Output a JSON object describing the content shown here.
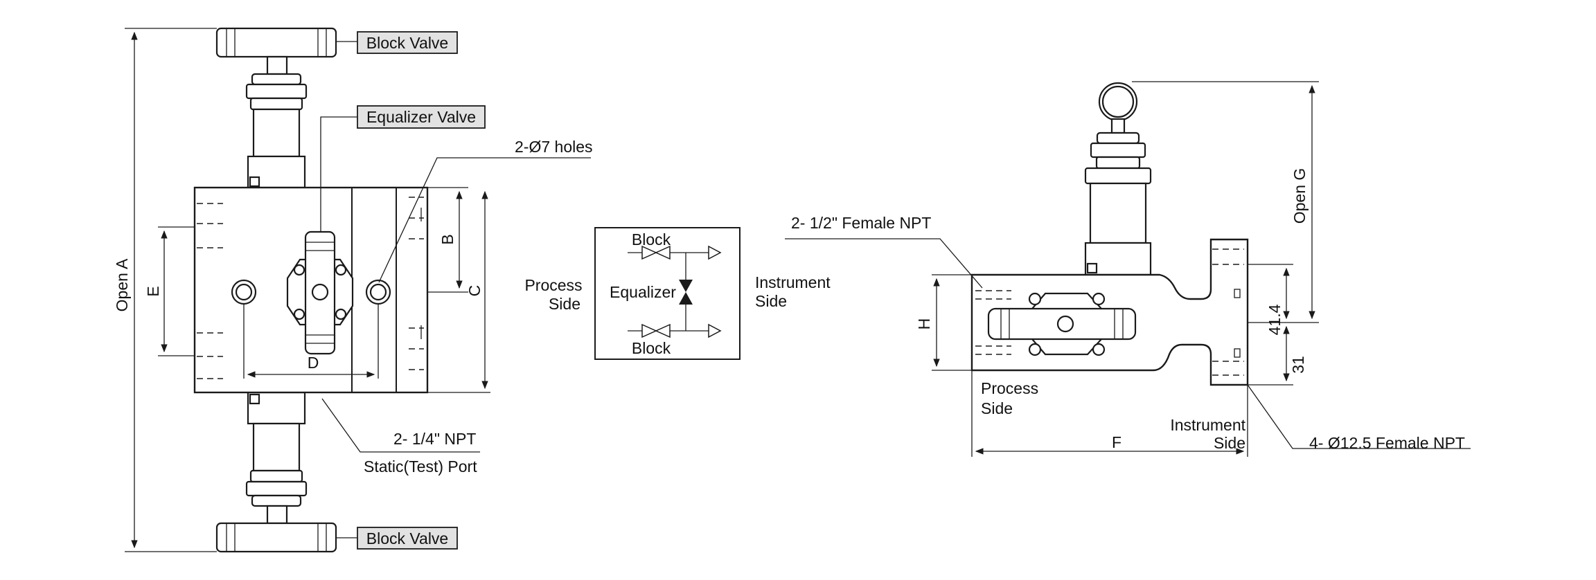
{
  "front_view": {
    "block_valve_top": "Block Valve",
    "equalizer_valve": "Equalizer Valve",
    "holes": "2-Ø7 holes",
    "block_valve_bottom": "Block Valve",
    "npt_port": "2- 1/4\" NPT",
    "static_port": "Static(Test) Port",
    "dim_open_a": "Open A",
    "dim_b": "B",
    "dim_c": "C",
    "dim_d": "D",
    "dim_e": "E"
  },
  "schematic": {
    "block_top": "Block",
    "block_bottom": "Block",
    "equalizer": "Equalizer",
    "process_line1": "Process",
    "process_line2": "Side",
    "instrument_line1": "Instrument",
    "instrument_line2": "Side"
  },
  "side_view": {
    "female_npt": "2- 1/2\" Female NPT",
    "process_line1": "Process",
    "process_line2": "Side",
    "instrument_line1": "Instrument",
    "instrument_line2": "Side",
    "flange_npt": "4- Ø12.5 Female NPT",
    "dim_open_g": "Open G",
    "dim_h": "H",
    "dim_f": "F",
    "dim_41_4": "41.4",
    "dim_31": "31"
  }
}
